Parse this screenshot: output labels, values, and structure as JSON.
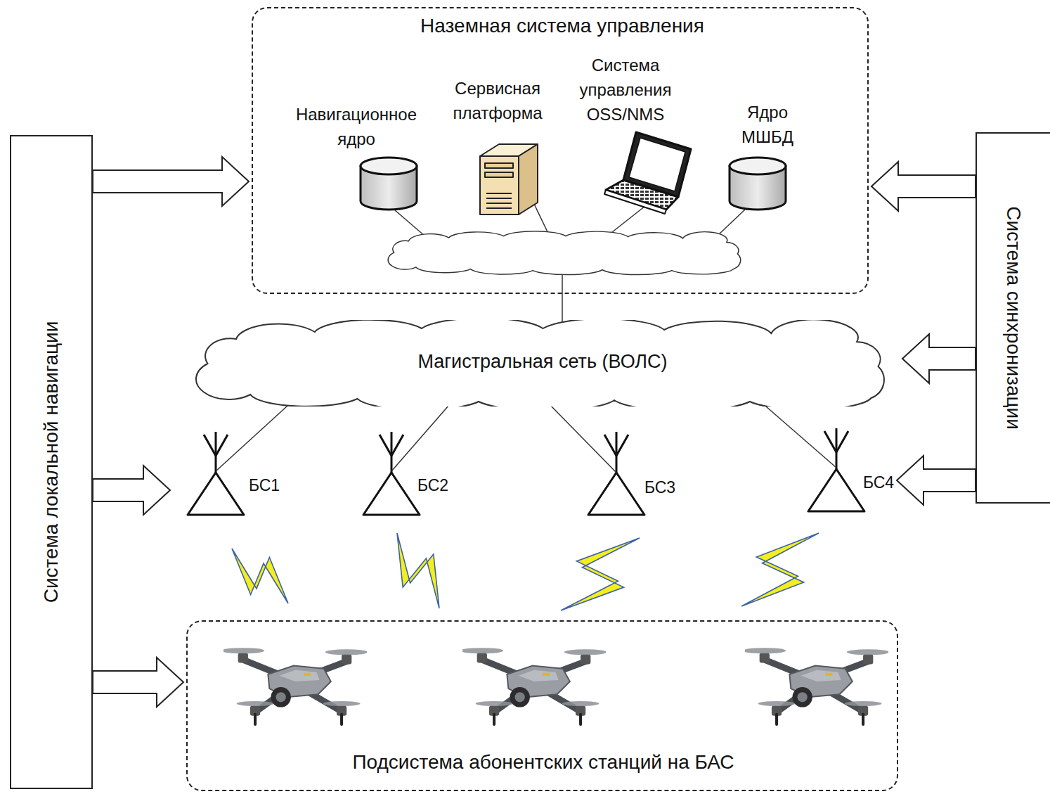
{
  "diagram": {
    "nodes": [
      {
        "text": [
          "Наземная система управления"
        ]
      },
      {
        "text": [
          "Навигационное ядро"
        ],
        "in": 0
      },
      {
        "text": [
          "Сервисная платформа"
        ],
        "in": 0
      },
      {
        "text": [
          "Система управления OSS/NMS"
        ],
        "in": 0
      },
      {
        "text": [
          "Ядро МШБД"
        ],
        "in": 0
      },
      {
        "text": [
          "Система локальной навигации"
        ]
      },
      {
        "text": [
          "Система синхронизации"
        ]
      },
      {
        "text": [
          "Магистральная сеть (ВОЛС)"
        ]
      },
      {
        "text": [
          "БС1"
        ]
      },
      {
        "text": [
          "БС2"
        ]
      },
      {
        "text": [
          "БС3"
        ]
      },
      {
        "text": [
          "БС4"
        ]
      },
      {
        "text": [
          "Подсистема абонентских станций на БАС"
        ]
      }
    ],
    "edges": [
      {
        "from": 5,
        "to": 0,
        "arrow": "to"
      },
      {
        "from": 5,
        "to": 8,
        "arrow": "to"
      },
      {
        "from": 5,
        "to": 12,
        "arrow": "to"
      },
      {
        "from": 6,
        "to": 0,
        "arrow": "to"
      },
      {
        "from": 6,
        "to": 7,
        "arrow": "to"
      },
      {
        "from": 6,
        "to": 11,
        "arrow": "to"
      },
      {
        "from": 0,
        "to": 7,
        "arrow": "none"
      },
      {
        "from": 7,
        "to": 8,
        "arrow": "none"
      },
      {
        "from": 7,
        "to": 9,
        "arrow": "none"
      },
      {
        "from": 7,
        "to": 10,
        "arrow": "none"
      },
      {
        "from": 7,
        "to": 11,
        "arrow": "none"
      },
      {
        "from": 8,
        "to": 12,
        "arrow": "none"
      },
      {
        "from": 9,
        "to": 12,
        "arrow": "none"
      },
      {
        "from": 10,
        "to": 12,
        "arrow": "none"
      },
      {
        "from": 11,
        "to": 12,
        "arrow": "none"
      }
    ]
  }
}
